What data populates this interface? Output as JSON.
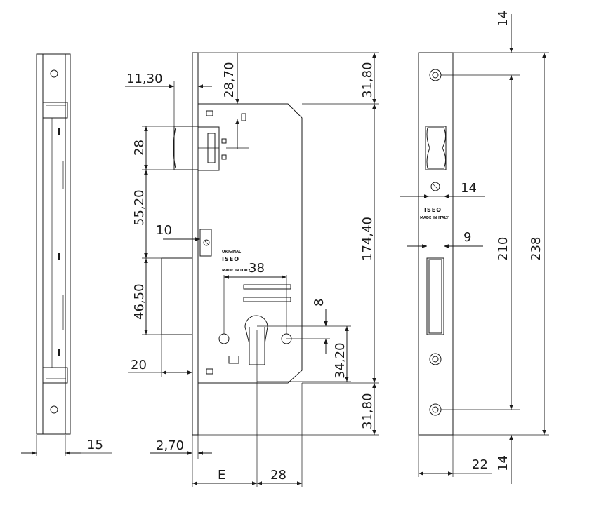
{
  "dimensions": {
    "d_11_30": "11,30",
    "d_28_70": "28,70",
    "d_31_80_top": "31,80",
    "d_28_latch": "28",
    "d_55_20": "55,20",
    "d_10": "10",
    "d_174_40": "174,40",
    "d_38": "38",
    "d_46_50": "46,50",
    "d_8": "8",
    "d_34_20": "34,20",
    "d_20": "20",
    "d_31_80_bottom": "31,80",
    "d_15": "15",
    "d_2_70": "2,70",
    "d_E": "E",
    "d_28_backset": "28",
    "d_14_top": "14",
    "d_14_mid": "14",
    "d_9": "9",
    "d_210": "210",
    "d_238": "238",
    "d_22": "22",
    "d_14_bottom": "14"
  },
  "labels": {
    "original": "ORIGINAL",
    "brand_case": "ISEO",
    "made_case": "MADE IN ITALY",
    "brand_plate": "ISEO",
    "made_plate": "MADE IN ITALY"
  }
}
